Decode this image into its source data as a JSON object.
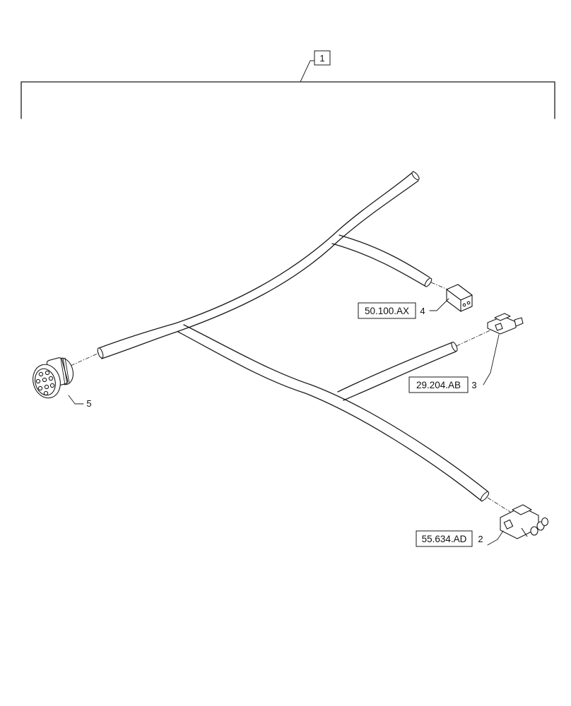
{
  "assembly": {
    "callout": "1"
  },
  "callouts": [
    {
      "ref": "50.100.AX",
      "number": "4"
    },
    {
      "ref": "29.204.AB",
      "number": "3"
    },
    {
      "ref": "55.634.AD",
      "number": "2"
    },
    {
      "ref": "",
      "number": "5"
    }
  ]
}
